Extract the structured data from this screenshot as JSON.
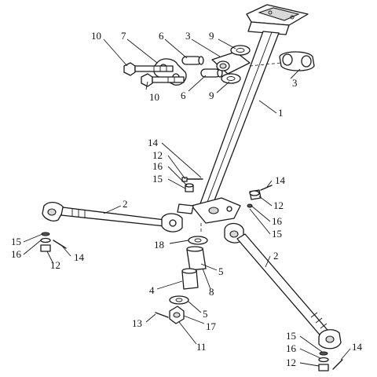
{
  "callouts": [
    {
      "text": "10"
    },
    {
      "text": "7"
    },
    {
      "text": "6"
    },
    {
      "text": "3"
    },
    {
      "text": "9"
    },
    {
      "text": "10"
    },
    {
      "text": "6"
    },
    {
      "text": "9"
    },
    {
      "text": "3"
    },
    {
      "text": "1"
    },
    {
      "text": "14"
    },
    {
      "text": "12"
    },
    {
      "text": "16"
    },
    {
      "text": "15"
    },
    {
      "text": "14"
    },
    {
      "text": "12"
    },
    {
      "text": "16"
    },
    {
      "text": "15"
    },
    {
      "text": "2"
    },
    {
      "text": "15"
    },
    {
      "text": "16"
    },
    {
      "text": "14"
    },
    {
      "text": "12"
    },
    {
      "text": "18"
    },
    {
      "text": "5"
    },
    {
      "text": "8"
    },
    {
      "text": "4"
    },
    {
      "text": "5"
    },
    {
      "text": "17"
    },
    {
      "text": "13"
    },
    {
      "text": "11"
    },
    {
      "text": "2"
    },
    {
      "text": "15"
    },
    {
      "text": "16"
    },
    {
      "text": "12"
    },
    {
      "text": "14"
    }
  ]
}
